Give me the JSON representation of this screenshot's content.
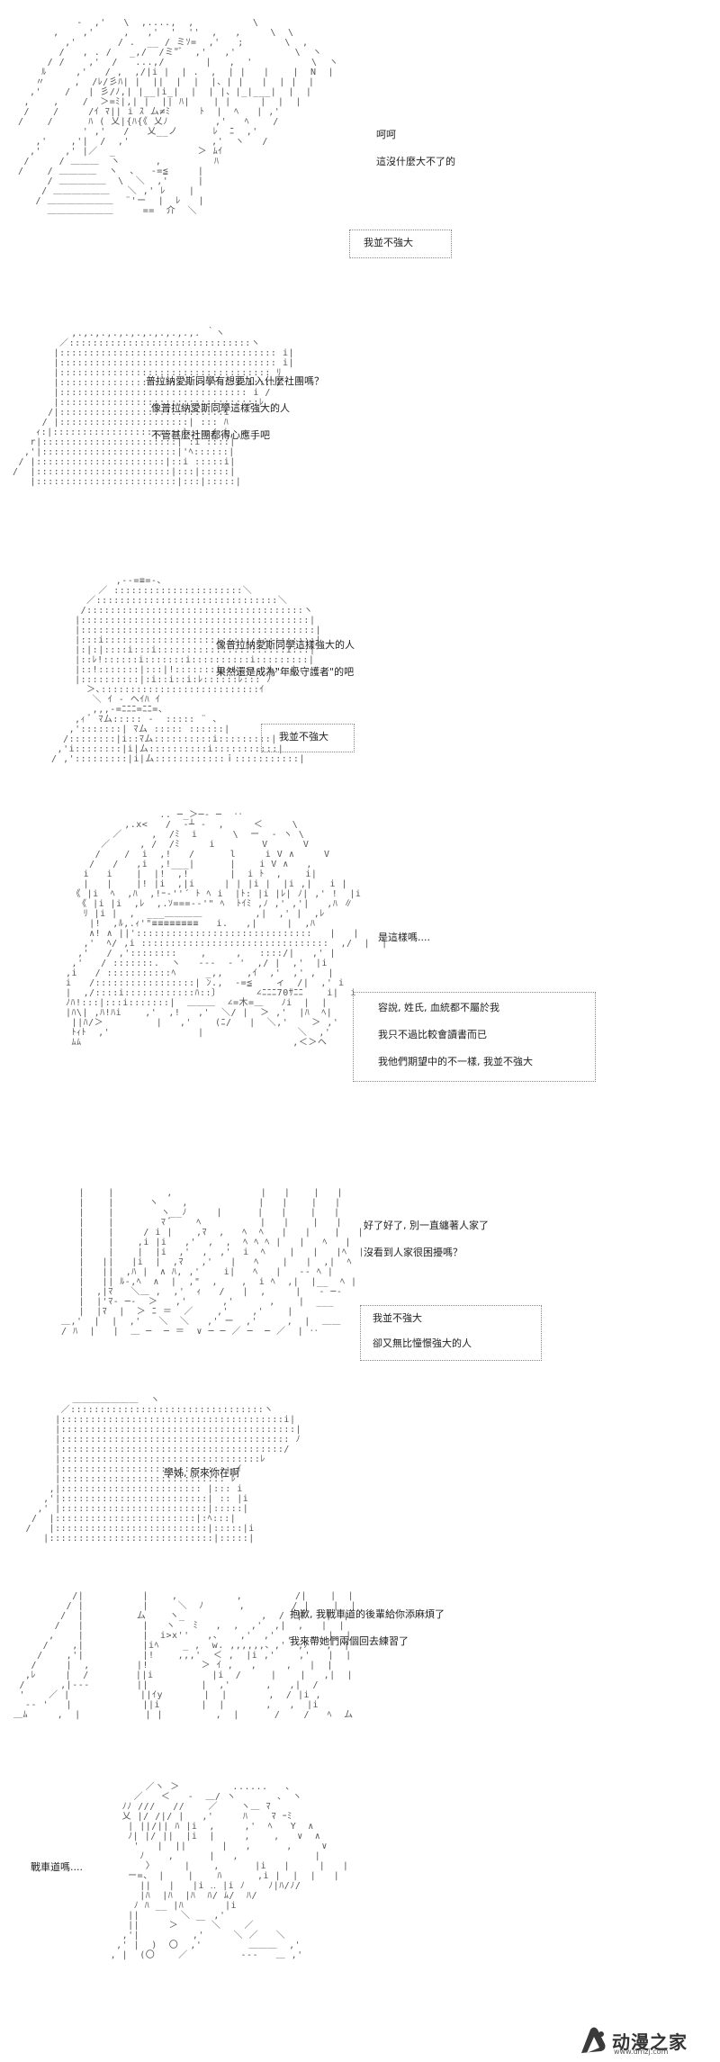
{
  "panels": [
    {
      "lines": [
        "呵呵",
        "這沒什麼大不了的",
        "我並不強大"
      ]
    },
    {
      "lines": [
        "普拉納愛斯同學有想要加入什麼社團嗎？",
        "像普拉納愛斯同學這樣強大的人",
        "不管甚麼社團都得心應手吧"
      ]
    },
    {
      "lines": [
        "像普拉納愛斯同學這樣強大的人",
        "果然還是成為\"年級守護者\"的吧",
        "我並不強大"
      ]
    },
    {
      "lines": [
        "是這樣嗎....",
        "容說, 姓氏, 血統都不屬於我",
        "我只不過比較會讀書而已",
        "我他們期望中的不一樣, 我並不強大"
      ]
    },
    {
      "lines": [
        "好了好了, 別一直纏著人家了",
        "沒看到人家很困擾嗎？",
        "我並不強大",
        "卻又無比憧憬強大的人"
      ]
    },
    {
      "lines": [
        "學姊, 原來你在啊"
      ]
    },
    {
      "lines": [
        "抱歉, 我戰車道的後輩給你添麻煩了",
        "我來帶她們兩個回去練習了"
      ]
    },
    {
      "lines": [
        "戰車道嗎...."
      ]
    }
  ],
  "logo": {
    "name": "动漫之家",
    "url": "www.dmzj.com"
  }
}
